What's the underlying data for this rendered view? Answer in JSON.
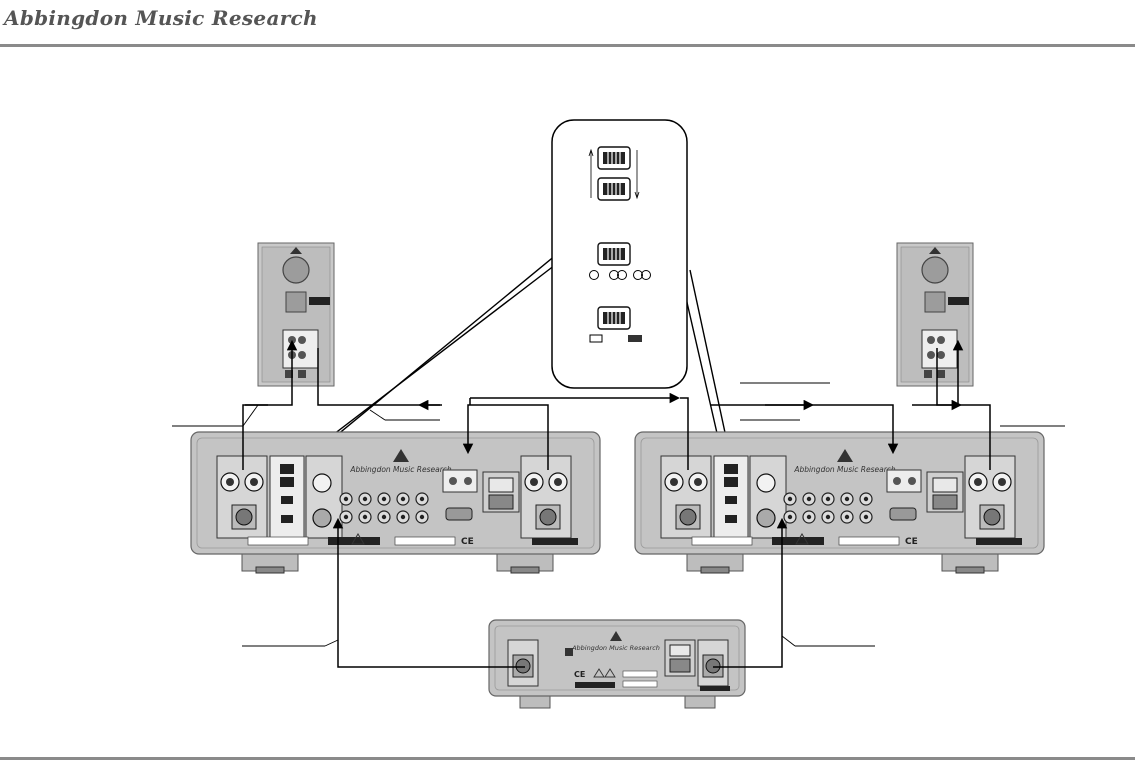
{
  "header": {
    "brand": "Abbingdon Music Research"
  },
  "devices": {
    "left_amp_logo": "Abbingdon Music Research",
    "right_amp_logo": "Abbingdon Music Research",
    "psu_logo": "Abbingdon Music Research",
    "ce_mark": "CE"
  },
  "colors": {
    "rule": "#8a8a8a",
    "chassis": "#c4c4c4",
    "chassis_dark": "#a9a9a9",
    "line": "#000000"
  }
}
